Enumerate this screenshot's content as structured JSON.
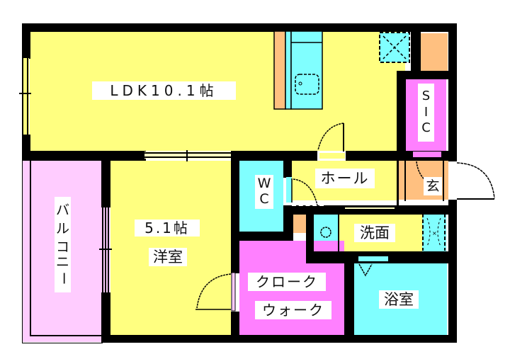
{
  "floorplan": {
    "colors": {
      "wall": "#000000",
      "living": "#ffff80",
      "balcony": "#ffccff",
      "water": "#80ffff",
      "storage": "#ff80ff",
      "wood": "#ffc080",
      "background": "#ffffff"
    },
    "rooms": {
      "ldk": {
        "label": "LDK10.1帖"
      },
      "western": {
        "size": "5.1帖",
        "label": "洋室"
      },
      "balcony": {
        "chars": [
          "バ",
          "ル",
          "コ",
          "ニ",
          "ー"
        ]
      },
      "sic": {
        "chars": [
          "S",
          "I",
          "C"
        ]
      },
      "wc": {
        "chars": [
          "W",
          "C"
        ]
      },
      "hall": {
        "label": "ホール"
      },
      "entrance": {
        "label": "玄"
      },
      "washroom": {
        "label": "洗面"
      },
      "walkin": {
        "line1": "クローク",
        "line2": "ウォーク"
      },
      "bath": {
        "label": "浴室"
      }
    },
    "fixtures": {
      "kitchen_sink": "sink-icon",
      "refrigerator_space": "fridge-space-icon",
      "washing_machine_space": "washer-space-icon",
      "wash_basin": "basin-icon"
    }
  }
}
